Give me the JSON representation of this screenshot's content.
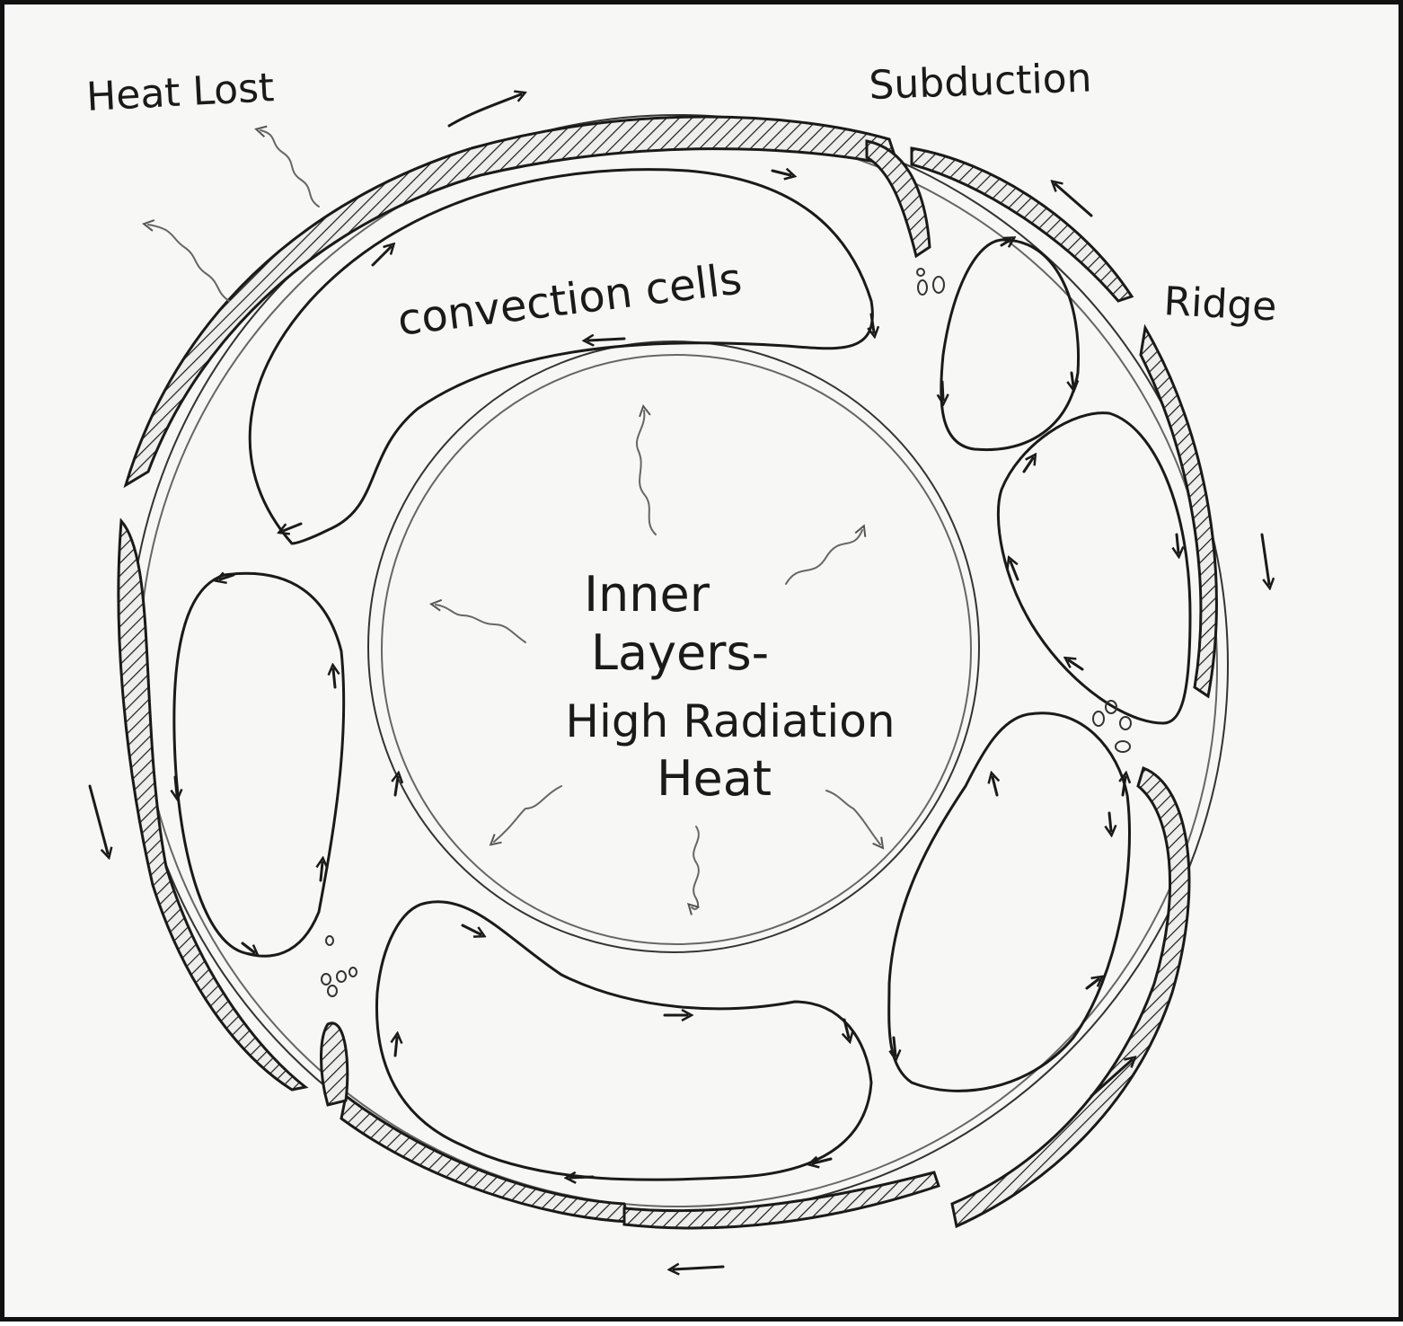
{
  "diagram": {
    "labels": {
      "heat_lost": "Heat Lost",
      "subduction": "Subduction",
      "ridge": "Ridge",
      "convection_cells": "convection cells"
    },
    "center_text": {
      "line1": "Inner",
      "line2": "Layers-",
      "line3": "High Radiation",
      "line4": "Heat"
    }
  }
}
